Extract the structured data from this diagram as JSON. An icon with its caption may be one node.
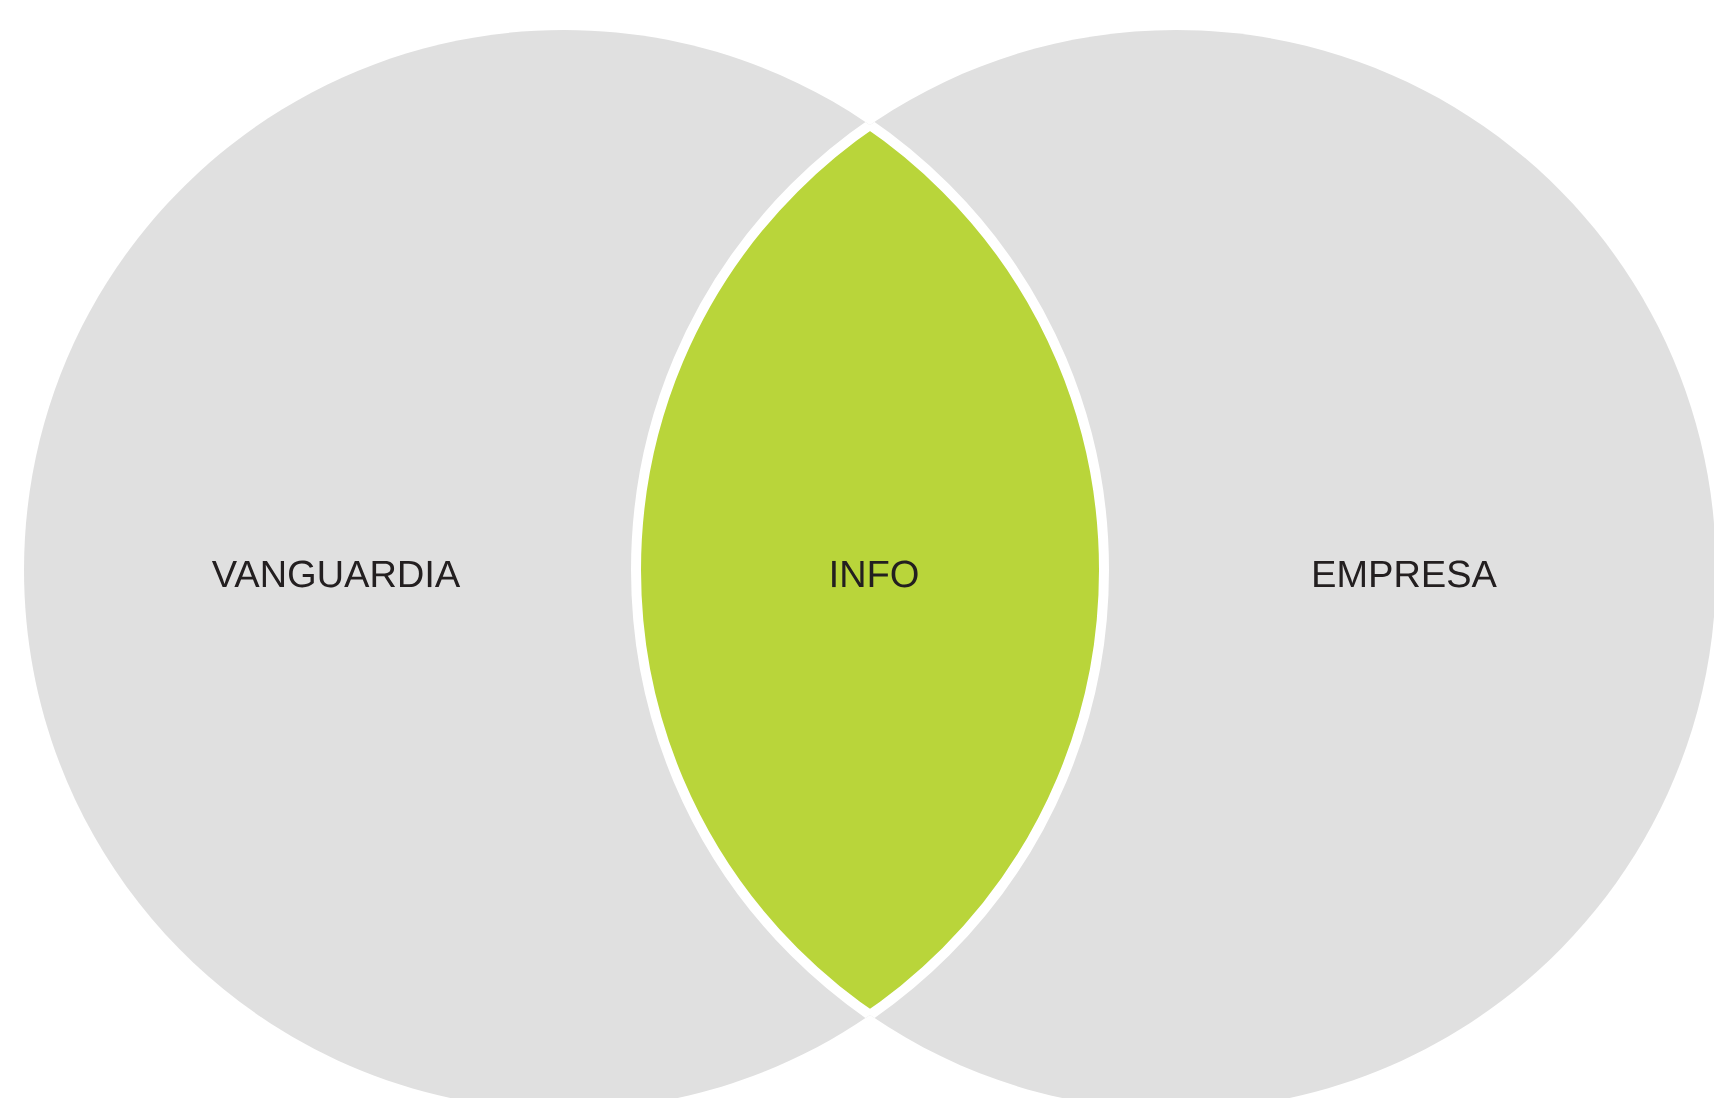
{
  "diagram": {
    "nodes": [
      {
        "text": [
          "VANGUARDIA"
        ]
      },
      {
        "text": [
          "INFO"
        ]
      },
      {
        "text": [
          "EMPRESA"
        ]
      }
    ]
  }
}
